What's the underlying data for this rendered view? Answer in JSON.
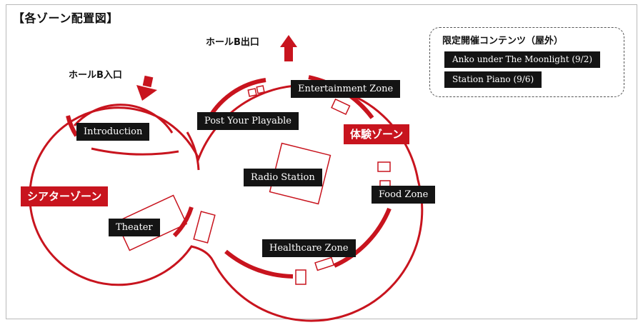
{
  "title": "【各ゾーン配置図】",
  "gates": {
    "entrance": "ホールB入口",
    "exit": "ホールB出口"
  },
  "zones": {
    "theater_zone": "シアターゾーン",
    "experience_zone": "体験ゾーン"
  },
  "areas": {
    "introduction": "Introduction",
    "theater": "Theater",
    "post_your_playable": "Post Your Playable",
    "radio_station": "Radio Station",
    "entertainment_zone": "Entertainment Zone",
    "food_zone": "Food Zone",
    "healthcare_zone": "Healthcare Zone"
  },
  "limited": {
    "title": "限定開催コンテンツ（屋外）",
    "items": [
      "Anko under The Moonlight (9/2)",
      "Station Piano (9/6)"
    ]
  },
  "colors": {
    "accent_red": "#c8141e",
    "label_black": "#141414"
  }
}
